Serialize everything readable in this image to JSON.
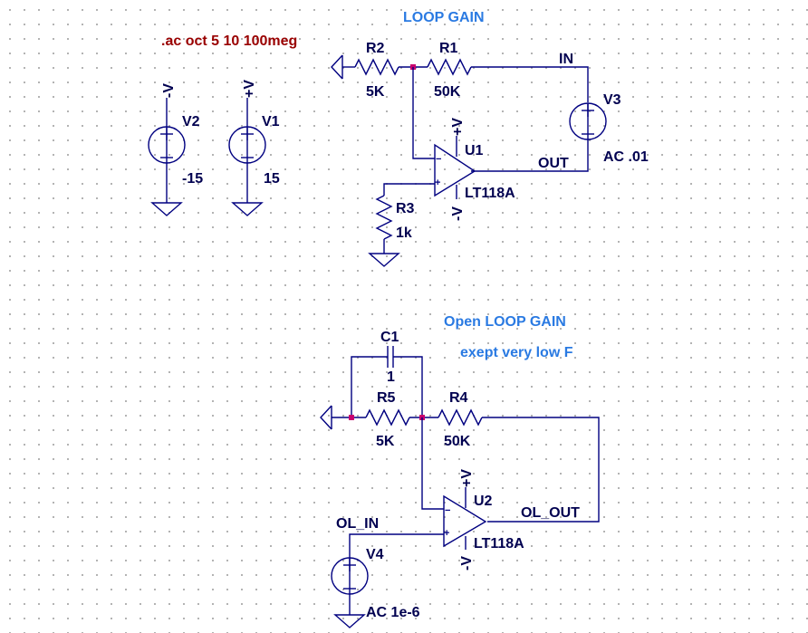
{
  "comments": {
    "loop_gain": "LOOP GAIN",
    "open_loop_gain": "Open LOOP GAIN",
    "except_note": "exept very low F"
  },
  "directive": ".ac oct 5 10 100meg",
  "supplies": {
    "v2": {
      "name": "V2",
      "value": "-15",
      "rail": "-V"
    },
    "v1": {
      "name": "V1",
      "value": "15",
      "rail": "+V"
    }
  },
  "loop_circuit": {
    "r2": {
      "name": "R2",
      "value": "5K"
    },
    "r1": {
      "name": "R1",
      "value": "50K"
    },
    "r3": {
      "name": "R3",
      "value": "1k"
    },
    "u1": {
      "name": "U1",
      "part": "LT118A",
      "vpos": "+V",
      "vneg": "-V"
    },
    "v3": {
      "name": "V3",
      "value": "AC .01"
    },
    "net_in": "IN",
    "net_out": "OUT"
  },
  "open_loop_circuit": {
    "c1": {
      "name": "C1",
      "value": "1"
    },
    "r5": {
      "name": "R5",
      "value": "5K"
    },
    "r4": {
      "name": "R4",
      "value": "50K"
    },
    "u2": {
      "name": "U2",
      "part": "LT118A",
      "vpos": "+V",
      "vneg": "-V"
    },
    "v4": {
      "name": "V4",
      "value": "AC 1e-6"
    },
    "net_in": "OL_IN",
    "net_out": "OL_OUT"
  },
  "colors": {
    "wire": "#000080",
    "junction": "#c8006e",
    "comment": "#2a7ae2",
    "directive": "#990000",
    "label": "#000050"
  }
}
